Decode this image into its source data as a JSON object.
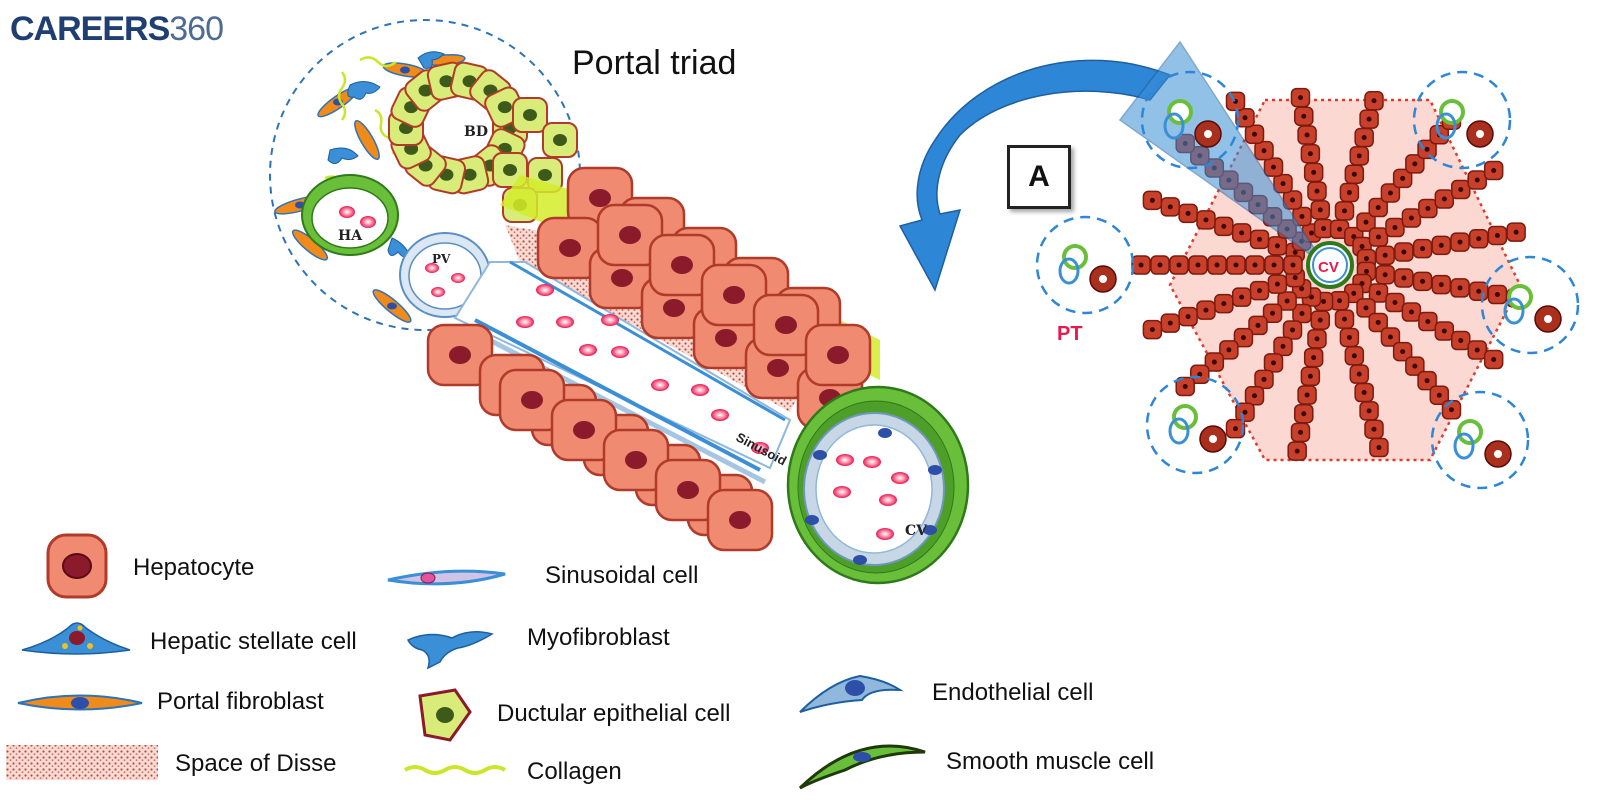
{
  "brand": {
    "part1": "CAREERS",
    "part2": "360"
  },
  "title": "Portal triad",
  "panel_label": "A",
  "labels": {
    "bd": "BD",
    "ha": "HA",
    "pv": "PV",
    "cv": "CV",
    "sinusoid": "Sinusoid",
    "lobule_cv": "CV",
    "pt": "PT"
  },
  "legend": {
    "hepatocyte": "Hepatocyte",
    "stellate": "Hepatic stellate cell",
    "portal_fibroblast": "Portal fibroblast",
    "space_disse": "Space of Disse",
    "sinusoidal": "Sinusoidal cell",
    "myofibroblast": "Myofibroblast",
    "ductular": "Ductular epithelial cell",
    "collagen": "Collagen",
    "endothelial": "Endothelial cell",
    "smooth_muscle": "Smooth muscle cell"
  },
  "colors": {
    "hepatocyte": "#f08a70",
    "hepatocyte_border": "#b03b2a",
    "nucleus": "#8b1a2b",
    "ductular": "#d9ec7a",
    "ductular_nucleus": "#3d5a1a",
    "smooth_muscle": "#6abf3a",
    "endothelial": "#8fb8dc",
    "myofibroblast": "#3a8fd6",
    "portal_fibroblast": "#f08a1a",
    "collagen": "#cbe52a",
    "lobule_cell": "#c8402a",
    "lobule_bg": "#fbd9d2",
    "arrow": "#2d86d6",
    "rbc": "#e8194f"
  }
}
